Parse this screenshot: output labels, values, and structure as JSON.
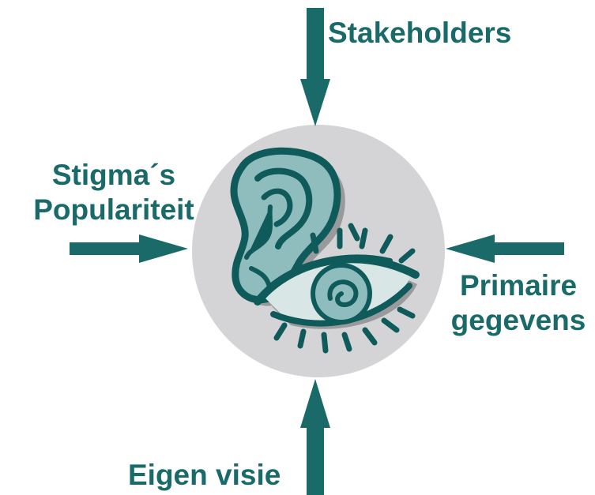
{
  "diagram": {
    "center": {
      "icon": "ear-and-eye-icon"
    },
    "inputs": {
      "top": {
        "label": "Stakeholders"
      },
      "left": {
        "line1": "Stigma´s",
        "line2": "Populariteit"
      },
      "right": {
        "line1": "Primaire",
        "line2": "gegevens"
      },
      "bottom": {
        "label": "Eigen visie"
      }
    },
    "colors": {
      "arrow": "#1a6a6a",
      "text": "#1a6a6a",
      "circle": "#d4d4d6",
      "ear_fill": "#8fbcbc",
      "ear_outline": "#0f5a5a",
      "eye_iris": "#8fbcbc",
      "eye_outline": "#0f5a5a"
    }
  }
}
